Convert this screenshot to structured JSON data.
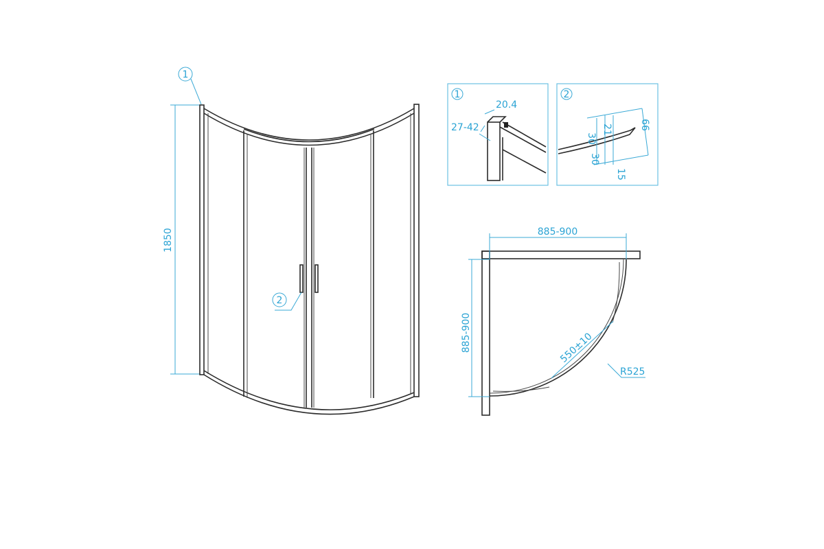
{
  "colors": {
    "accent": "#2aa3d4",
    "line": "#2b2b2b"
  },
  "front_view": {
    "height_dim": "1850",
    "callout_1": "1",
    "callout_2": "2"
  },
  "detail_1": {
    "callout": "1",
    "width_dim": "20.4",
    "depth_dim": "27-42"
  },
  "detail_2": {
    "callout": "2",
    "dims": [
      "21",
      "30",
      "30",
      "66",
      "15"
    ]
  },
  "plan_view": {
    "width_dim": "885-900",
    "depth_dim": "885-900",
    "door_dim": "550±10",
    "radius": "R525"
  }
}
